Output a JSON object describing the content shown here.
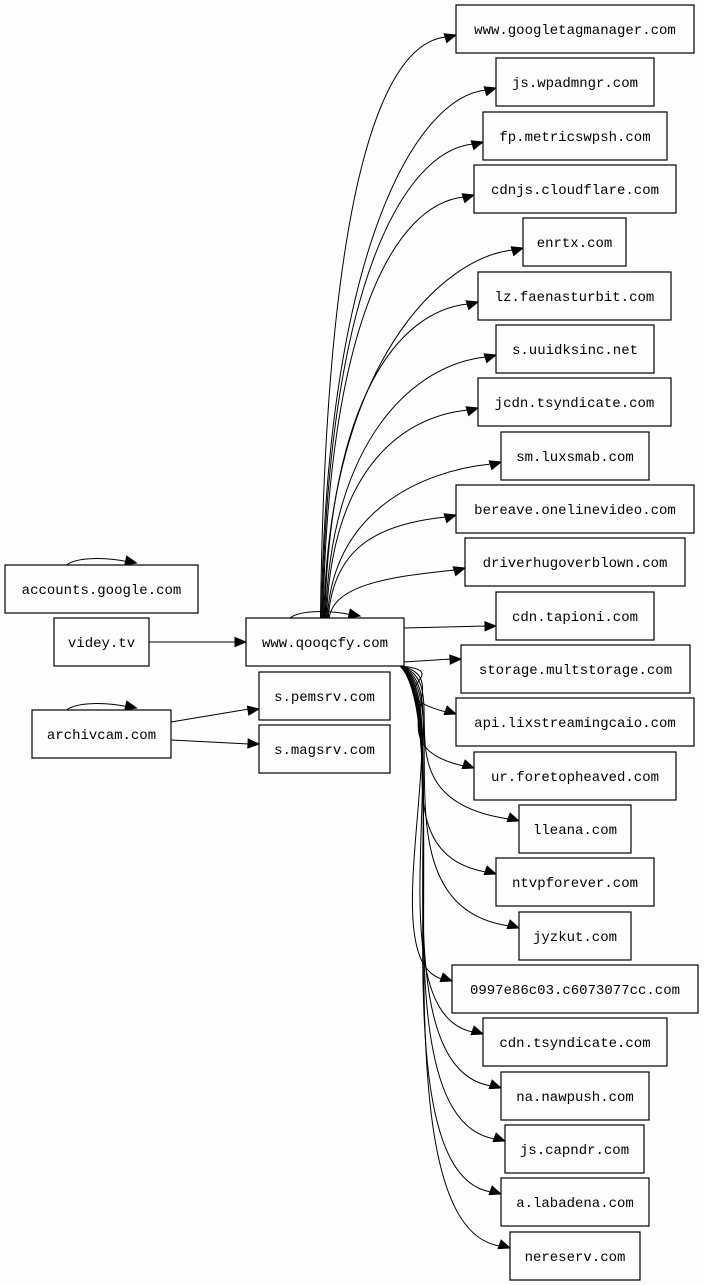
{
  "graph": {
    "type": "directed",
    "nodes": [
      {
        "id": "www.googletagmanager.com",
        "label": "www.googletagmanager.com"
      },
      {
        "id": "js.wpadmngr.com",
        "label": "js.wpadmngr.com"
      },
      {
        "id": "fp.metricswpsh.com",
        "label": "fp.metricswpsh.com"
      },
      {
        "id": "cdnjs.cloudflare.com",
        "label": "cdnjs.cloudflare.com"
      },
      {
        "id": "enrtx.com",
        "label": "enrtx.com"
      },
      {
        "id": "lz.faenasturbit.com",
        "label": "lz.faenasturbit.com"
      },
      {
        "id": "s.uuidksinc.net",
        "label": "s.uuidksinc.net"
      },
      {
        "id": "jcdn.tsyndicate.com",
        "label": "jcdn.tsyndicate.com"
      },
      {
        "id": "sm.luxsmab.com",
        "label": "sm.luxsmab.com"
      },
      {
        "id": "bereave.onelinevideo.com",
        "label": "bereave.onelinevideo.com"
      },
      {
        "id": "driverhugoverblown.com",
        "label": "driverhugoverblown.com"
      },
      {
        "id": "accounts.google.com",
        "label": "accounts.google.com"
      },
      {
        "id": "cdn.tapioni.com",
        "label": "cdn.tapioni.com"
      },
      {
        "id": "videy.tv",
        "label": "videy.tv"
      },
      {
        "id": "www.qooqcfy.com",
        "label": "www.qooqcfy.com"
      },
      {
        "id": "storage.multstorage.com",
        "label": "storage.multstorage.com"
      },
      {
        "id": "s.pemsrv.com",
        "label": "s.pemsrv.com"
      },
      {
        "id": "api.lixstreamingcaio.com",
        "label": "api.lixstreamingcaio.com"
      },
      {
        "id": "archivcam.com",
        "label": "archivcam.com"
      },
      {
        "id": "s.magsrv.com",
        "label": "s.magsrv.com"
      },
      {
        "id": "ur.foretopheaved.com",
        "label": "ur.foretopheaved.com"
      },
      {
        "id": "lleana.com",
        "label": "lleana.com"
      },
      {
        "id": "ntvpforever.com",
        "label": "ntvpforever.com"
      },
      {
        "id": "jyzkut.com",
        "label": "jyzkut.com"
      },
      {
        "id": "0997e86c03.c6073077cc.com",
        "label": "0997e86c03.c6073077cc.com"
      },
      {
        "id": "cdn.tsyndicate.com",
        "label": "cdn.tsyndicate.com"
      },
      {
        "id": "na.nawpush.com",
        "label": "na.nawpush.com"
      },
      {
        "id": "js.capndr.com",
        "label": "js.capndr.com"
      },
      {
        "id": "a.labadena.com",
        "label": "a.labadena.com"
      },
      {
        "id": "nereserv.com",
        "label": "nereserv.com"
      }
    ],
    "edges": [
      {
        "from": "accounts.google.com",
        "to": "accounts.google.com"
      },
      {
        "from": "archivcam.com",
        "to": "archivcam.com"
      },
      {
        "from": "www.qooqcfy.com",
        "to": "www.qooqcfy.com"
      },
      {
        "from": "videy.tv",
        "to": "www.qooqcfy.com"
      },
      {
        "from": "archivcam.com",
        "to": "s.pemsrv.com"
      },
      {
        "from": "archivcam.com",
        "to": "s.magsrv.com"
      },
      {
        "from": "www.qooqcfy.com",
        "to": "www.googletagmanager.com"
      },
      {
        "from": "www.qooqcfy.com",
        "to": "js.wpadmngr.com"
      },
      {
        "from": "www.qooqcfy.com",
        "to": "fp.metricswpsh.com"
      },
      {
        "from": "www.qooqcfy.com",
        "to": "cdnjs.cloudflare.com"
      },
      {
        "from": "www.qooqcfy.com",
        "to": "enrtx.com"
      },
      {
        "from": "www.qooqcfy.com",
        "to": "lz.faenasturbit.com"
      },
      {
        "from": "www.qooqcfy.com",
        "to": "s.uuidksinc.net"
      },
      {
        "from": "www.qooqcfy.com",
        "to": "jcdn.tsyndicate.com"
      },
      {
        "from": "www.qooqcfy.com",
        "to": "sm.luxsmab.com"
      },
      {
        "from": "www.qooqcfy.com",
        "to": "bereave.onelinevideo.com"
      },
      {
        "from": "www.qooqcfy.com",
        "to": "driverhugoverblown.com"
      },
      {
        "from": "www.qooqcfy.com",
        "to": "cdn.tapioni.com"
      },
      {
        "from": "www.qooqcfy.com",
        "to": "storage.multstorage.com"
      },
      {
        "from": "www.qooqcfy.com",
        "to": "api.lixstreamingcaio.com"
      },
      {
        "from": "www.qooqcfy.com",
        "to": "ur.foretopheaved.com"
      },
      {
        "from": "www.qooqcfy.com",
        "to": "lleana.com"
      },
      {
        "from": "www.qooqcfy.com",
        "to": "ntvpforever.com"
      },
      {
        "from": "www.qooqcfy.com",
        "to": "jyzkut.com"
      },
      {
        "from": "www.qooqcfy.com",
        "to": "0997e86c03.c6073077cc.com"
      },
      {
        "from": "www.qooqcfy.com",
        "to": "cdn.tsyndicate.com"
      },
      {
        "from": "www.qooqcfy.com",
        "to": "na.nawpush.com"
      },
      {
        "from": "www.qooqcfy.com",
        "to": "js.capndr.com"
      },
      {
        "from": "www.qooqcfy.com",
        "to": "a.labadena.com"
      },
      {
        "from": "www.qooqcfy.com",
        "to": "nereserv.com"
      }
    ]
  }
}
